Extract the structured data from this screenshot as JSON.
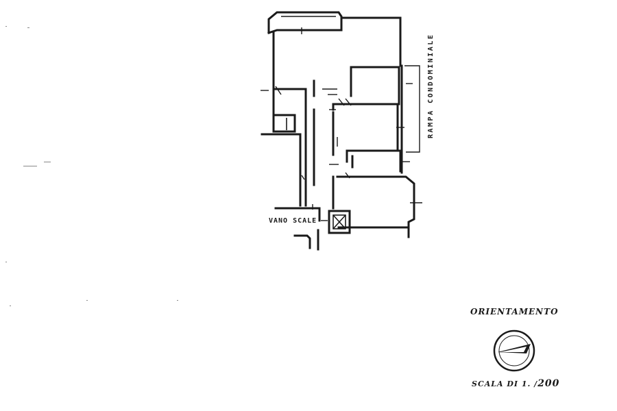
{
  "labels": {
    "vano_scale": "VANO SCALE",
    "rampa": "RAMPA CONDOMINIALE",
    "orientamento": "ORIENTAMENTO",
    "scala_prefix": "SCALA DI 1. /",
    "scala_value": "200"
  },
  "icons": {
    "compass": "compass-rose-icon",
    "elevator": "elevator-shaft-icon"
  },
  "colors": {
    "line": "#1a1a1a",
    "background": "#ffffff"
  }
}
